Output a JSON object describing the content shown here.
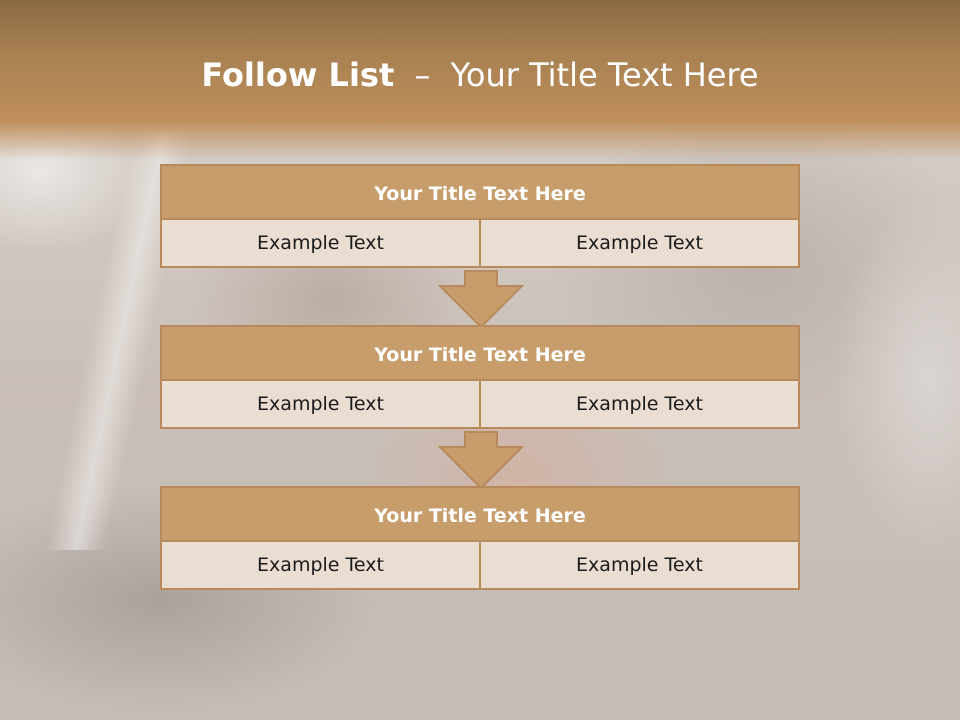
{
  "slide": {
    "title_bold": "Follow List",
    "title_separator": "–",
    "title_rest": "Your Title Text Here"
  },
  "steps": [
    {
      "title": "Your Title Text Here",
      "left": "Example Text",
      "right": "Example Text"
    },
    {
      "title": "Your Title Text Here",
      "left": "Example Text",
      "right": "Example Text"
    },
    {
      "title": "Your Title Text Here",
      "left": "Example Text",
      "right": "Example Text"
    }
  ],
  "colors": {
    "header_band": "#bf8f5b",
    "box_title_fill": "#c89d6c",
    "box_border": "#b8895a",
    "box_cell_fill": "#eaddd2",
    "arrow_fill": "#c89d6c"
  }
}
